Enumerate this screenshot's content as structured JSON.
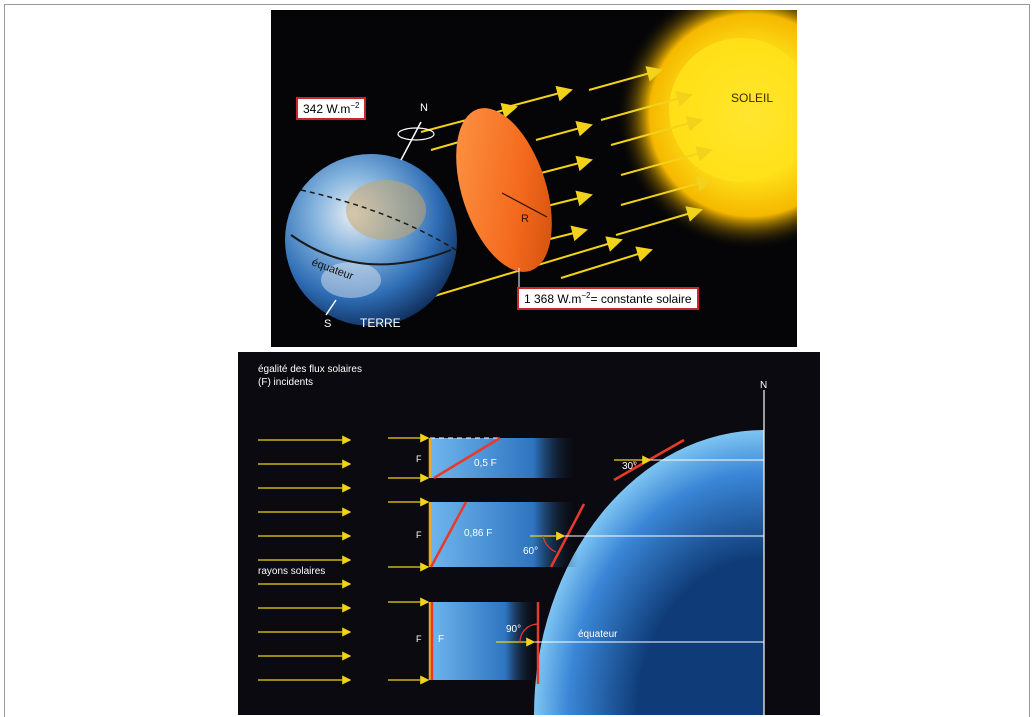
{
  "top": {
    "flux_mean": "342 W.m",
    "flux_mean_exp": "−2",
    "north": "N",
    "south": "S",
    "sun": "SOLEIL",
    "earth": "TERRE",
    "equator": "équateur",
    "radius": "R",
    "solar_constant_value": "1 368 W.m",
    "solar_constant_exp": "−2",
    "solar_constant_text": "= constante solaire"
  },
  "bottom": {
    "title_line1": "égalité des flux solaires",
    "title_line2": "(F) incidents",
    "north": "N",
    "rays_label": "rayons solaires",
    "flux_label": "F",
    "flux_1": "0,5 F",
    "flux_2": "0,86 F",
    "flux_3": "F",
    "angle_1": "30°",
    "angle_2": "60°",
    "angle_3": "90°",
    "equator": "équateur"
  },
  "colors": {
    "arrow": "#f2d21a",
    "red_line": "#e83a2a",
    "orange_disc": "#f46a1e",
    "earth_blue": "#3a86d6",
    "box_border": "#c8262a"
  }
}
